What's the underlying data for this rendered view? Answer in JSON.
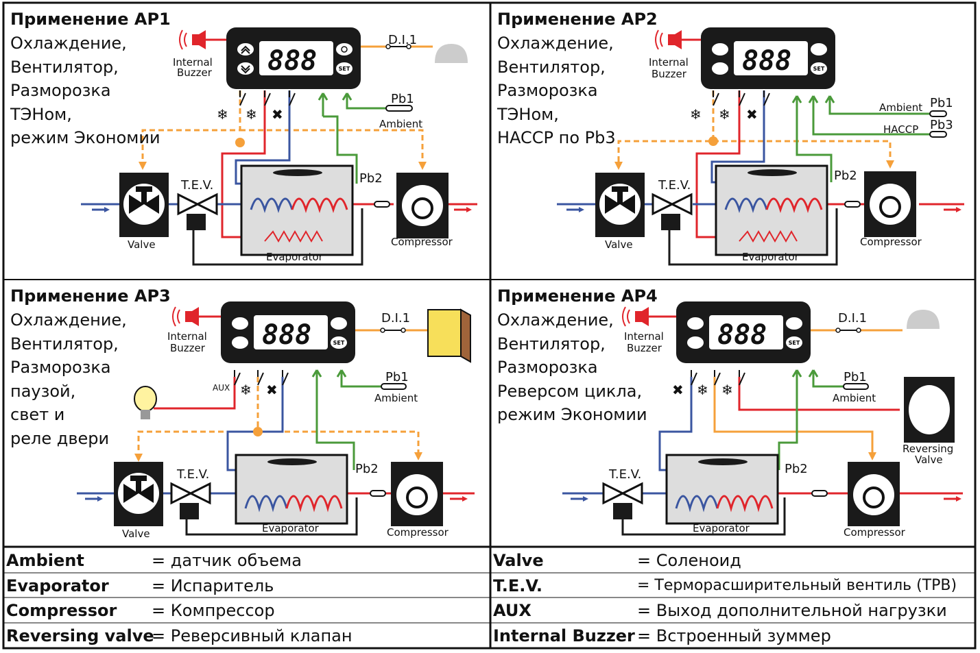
{
  "panels": [
    {
      "title": "Применение АР1",
      "desc": [
        "Охлаждение,",
        "Вентилятор,",
        "Разморозка",
        "ТЭНом,",
        "режим Экономии"
      ],
      "buzzer": [
        "Internal",
        "Buzzer"
      ],
      "display": "888",
      "di": "D.I.1",
      "probes": [
        {
          "label": "Pb1",
          "caption": "Ambient"
        }
      ],
      "pb2": "Pb2",
      "valve": "Valve",
      "tev": "T.E.V.",
      "evaporator": "Evaporator",
      "compressor": "Compressor",
      "relay_icons": [
        "snowflake",
        "snowflake-drip",
        "fan"
      ],
      "di_device": "eco-icon"
    },
    {
      "title": "Применение АР2",
      "desc": [
        "Охлаждение,",
        "Вентилятор,",
        "Разморозка",
        "ТЭНом,",
        "HACCP по Pb3"
      ],
      "buzzer": [
        "Internal",
        "Buzzer"
      ],
      "display": "888",
      "probes": [
        {
          "label": "Pb1",
          "caption": "Ambient"
        },
        {
          "label": "Pb3",
          "caption": "HACCP"
        }
      ],
      "pb2": "Pb2",
      "valve": "Valve",
      "tev": "T.E.V.",
      "evaporator": "Evaporator",
      "compressor": "Compressor",
      "relay_icons": [
        "snowflake",
        "snowflake-drip",
        "fan"
      ]
    },
    {
      "title": "Применение АР3",
      "desc": [
        "Охлаждение,",
        "Вентилятор,",
        "Разморозка",
        "паузой,",
        "свет и",
        "реле двери"
      ],
      "buzzer": [
        "Internal",
        "Buzzer"
      ],
      "display": "888",
      "di": "D.I.1",
      "probes": [
        {
          "label": "Pb1",
          "caption": "Ambient"
        }
      ],
      "pb2": "Pb2",
      "valve": "Valve",
      "tev": "T.E.V.",
      "evaporator": "Evaporator",
      "compressor": "Compressor",
      "aux": "AUX",
      "relay_icons": [
        "snowflake",
        "fan"
      ],
      "di_device": "door-icon"
    },
    {
      "title": "Применение АР4",
      "desc": [
        "Охлаждение,",
        "Вентилятор,",
        "Разморозка",
        "Реверсом цикла,",
        "режим Экономии"
      ],
      "buzzer": [
        "Internal",
        "Buzzer"
      ],
      "display": "888",
      "di": "D.I.1",
      "probes": [
        {
          "label": "Pb1",
          "caption": "Ambient"
        }
      ],
      "pb2": "Pb2",
      "tev": "T.E.V.",
      "evaporator": "Evaporator",
      "compressor": "Compressor",
      "reversing": [
        "Reversing",
        "Valve"
      ],
      "relay_icons": [
        "fan",
        "snowflake",
        "snowflake-drip"
      ],
      "di_device": "eco-icon"
    }
  ],
  "legend": {
    "left": [
      {
        "key": "Ambient",
        "value": "= датчик объема"
      },
      {
        "key": "Evaporator",
        "value": "= Испаритель"
      },
      {
        "key": "Compressor",
        "value": "= Компрессор"
      },
      {
        "key": "Reversing valve",
        "value": "= Реверсивный клапан"
      }
    ],
    "right": [
      {
        "key": "Valve",
        "value": "= Соленоид"
      },
      {
        "key": "T.E.V.",
        "value": "= Терморасширительный вентиль (ТРВ)"
      },
      {
        "key": "AUX",
        "value": "= Выход дополнительной нагрузки"
      },
      {
        "key": "Internal Buzzer",
        "value": "= Встроенный зуммер"
      }
    ]
  },
  "colors": {
    "orange": "#f5a03a",
    "green": "#4a9a3a",
    "red": "#e0252b",
    "blue": "#3a55a0",
    "dark": "#1a1a1a"
  }
}
